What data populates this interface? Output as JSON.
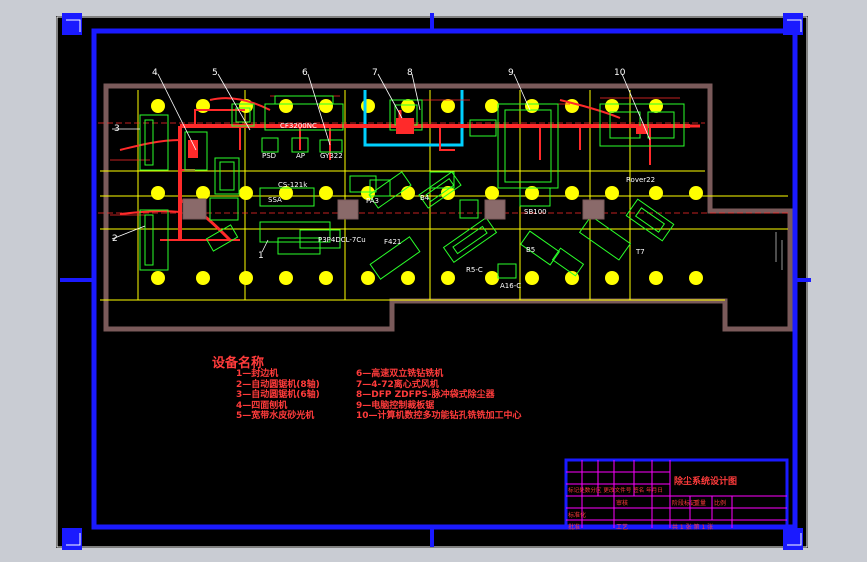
{
  "drawing": {
    "callouts": [
      "1",
      "2",
      "3",
      "4",
      "5",
      "6",
      "7",
      "8",
      "9",
      "10"
    ],
    "machine_labels": [
      "CF3200NC",
      "PSD",
      "AP",
      "GY322",
      "CS-121k",
      "SSA",
      "B4",
      "PA3",
      "P3P4DCL-7Cu",
      "F421",
      "B5",
      "R5-C",
      "A16-C",
      "T7",
      "SB100",
      "Rover22"
    ]
  },
  "legend": {
    "title": "设备名称",
    "left_items": [
      "1—封边机",
      "2—自动圆锯机(8轴)",
      "3—自动圆锯机(6轴)",
      "4—四面刨机",
      "5—宽带水皮砂光机"
    ],
    "right_items": [
      "6—高速双立铣钻铣机",
      "7—4-72离心式风机",
      "8—DFP ZDFPS-脉冲袋式除尘器",
      "9—电脑控制裁板锯",
      "10—计算机数控多功能钻孔铣铣加工中心"
    ]
  },
  "title_block": {
    "title": "除尘系统设计图",
    "row_label": "标记处数分区 更改文件号 签名 年月日",
    "cells": [
      "标准化",
      "审核",
      "工艺",
      "批准",
      "比例",
      "阶段标记",
      "重量",
      "共 1 张 第 1 张"
    ]
  },
  "colors": {
    "background": "#000000",
    "frame": "#1a1aff",
    "wall": "#7a5a5a",
    "grid": "#ffff00",
    "column": "#ffff00",
    "duct_red": "#ff2a2a",
    "duct_cyan": "#00d0ff",
    "machine": "#2aff2a",
    "legend_text": "#ff3b3b",
    "title_block": "#ff00ff"
  }
}
